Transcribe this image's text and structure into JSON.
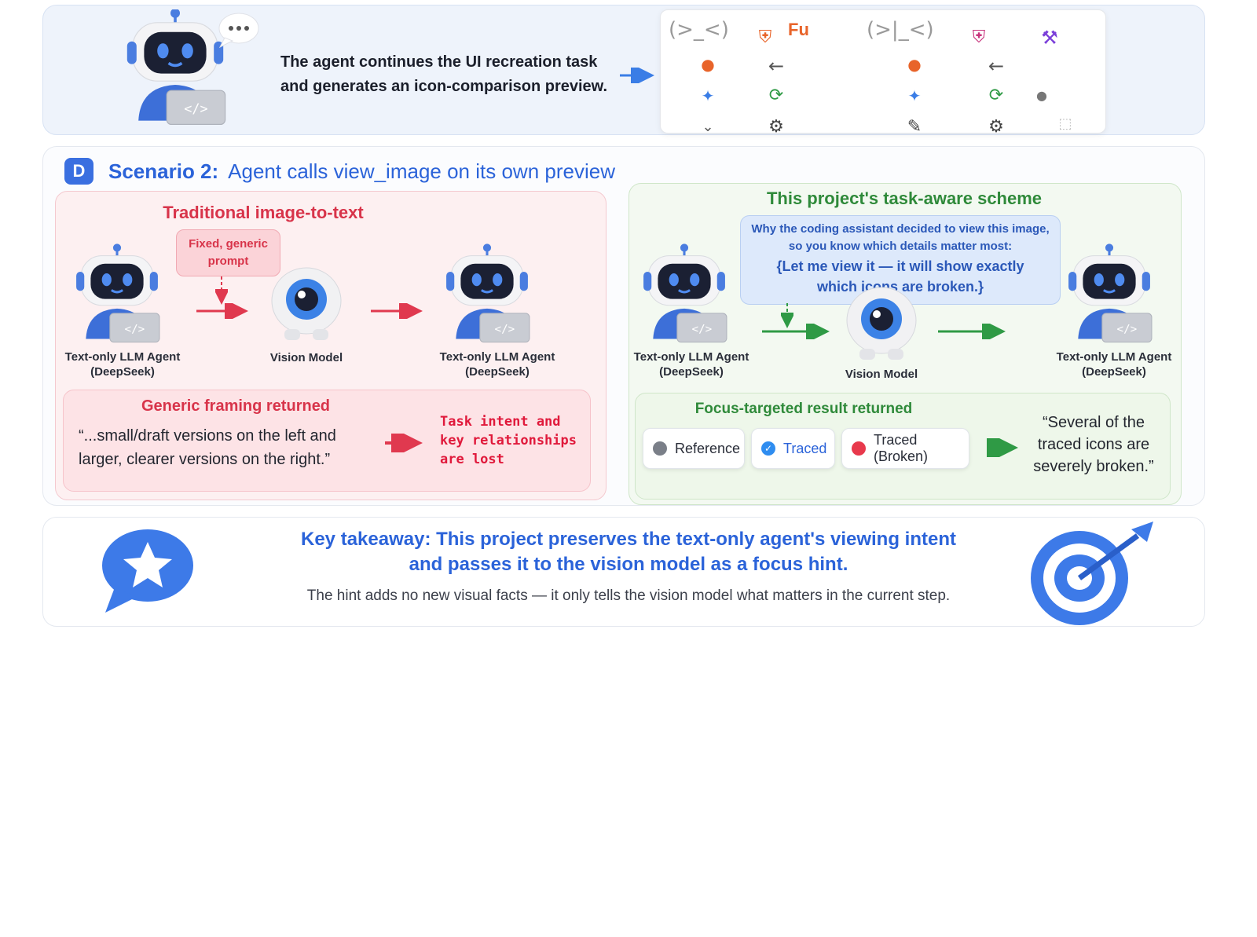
{
  "intro_text": "The agent continues the UI recreation task and generates an icon-comparison preview.",
  "preview": {
    "fu_text": "Fu"
  },
  "scenario": {
    "badge": "D",
    "label": "Scenario 2:",
    "title": "Agent calls view_image on its own preview"
  },
  "traditional": {
    "heading": "Traditional image-to-text",
    "fixed_prompt_line1": "Fixed, generic",
    "fixed_prompt_line2": "prompt",
    "agent_caption_line1": "Text-only LLM Agent",
    "agent_caption_line2": "(DeepSeek)",
    "vision_caption": "Vision Model",
    "result_title": "Generic framing returned",
    "result_quote_line1": "“...small/draft versions on the left and",
    "result_quote_line2": "larger, clearer versions on the right.”",
    "lost_line1": "Task intent and",
    "lost_line2": "key relationships",
    "lost_line3": "are lost"
  },
  "task_aware": {
    "heading": "This project's task-aware scheme",
    "why_line1": "Why the coding assistant decided to view this image,",
    "why_line2": "so you know which details matter most:",
    "why_line3": "{Let me view it — it will show exactly",
    "why_line4": "which icons are broken.}",
    "agent_caption_line1": "Text-only LLM Agent",
    "agent_caption_line2": "(DeepSeek)",
    "vision_caption": "Vision Model",
    "result_title": "Focus-targeted result returned",
    "chips": [
      {
        "label": "Reference",
        "color": "#7a7f88"
      },
      {
        "label": "Traced",
        "color": "#2f8df0"
      },
      {
        "label": "Traced (Broken)",
        "color": "#e8394c"
      }
    ],
    "quote_line1": "“Several of the",
    "quote_line2": "traced icons are",
    "quote_line3": "severely broken.”"
  },
  "takeaway": {
    "label": "Key takeaway:",
    "line1": "This project preserves the text-only agent's viewing intent",
    "line2": "and passes it to the vision model as a focus hint.",
    "hint": "The hint adds no new visual facts — it only tells the vision model what matters in the current step."
  },
  "colors": {
    "accent_blue": "#2b63d9",
    "red": "#d8344a",
    "green": "#2f8a3a"
  }
}
